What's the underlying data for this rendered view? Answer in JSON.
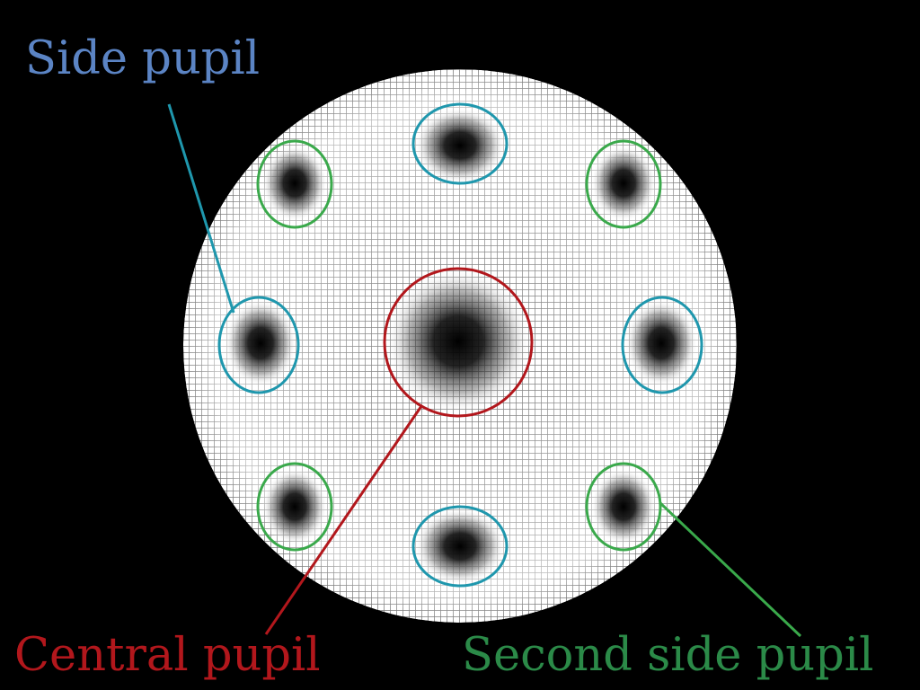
{
  "labels": {
    "side_pupil": "Side pupil",
    "central_pupil": "Central pupil",
    "second_side_pupil": "Second side pupil"
  },
  "colors": {
    "background": "#000000",
    "side_pupil": "#5b84c4",
    "side_pupil_ring": "#1f97ad",
    "central_pupil": "#b2171c",
    "second_side_pupil": "#2b8a48",
    "second_side_pupil_ring": "#3aa94b"
  }
}
